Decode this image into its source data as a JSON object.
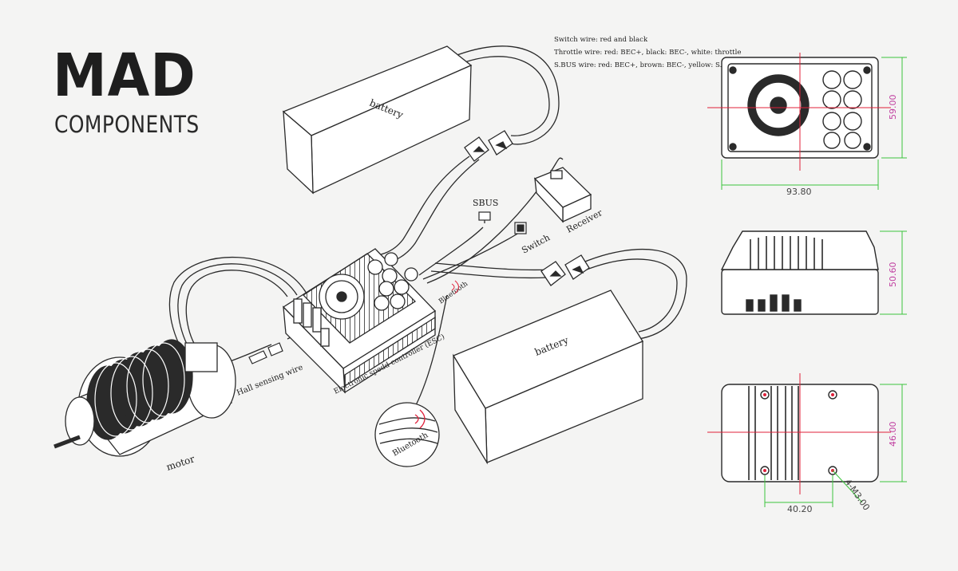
{
  "brand": {
    "title": "MAD",
    "subtitle": "COMPONENTS"
  },
  "wire_notes": [
    "Switch wire: red and black",
    "Throttle wire: red: BEC+, black: BEC-, white: throttle",
    "S.BUS wire: red: BEC+, brown: BEC-, yellow: S.BUS"
  ],
  "labels": {
    "battery_top": "battery",
    "battery_bottom": "battery",
    "sbus": "SBUS",
    "receiver": "Receiver",
    "switch": "Switch",
    "bluetooth_esc": "Bluetooth",
    "bluetooth_zoom": "Bluetooth",
    "esc": "Electronic spedd controller (ESC)",
    "hall": "Hall sensing wire",
    "motor": "motor"
  },
  "dimensions": {
    "top_width": "93.80",
    "top_height": "59.00",
    "side_height": "50.60",
    "bottom_height": "46.00",
    "bottom_hole_spacing": "40.20",
    "bottom_holes": "4-M3.00"
  },
  "colors": {
    "line": "#2a2a2a",
    "centerline": "#e0203a",
    "dimension_green": "#3cc43c",
    "dimension_text": "#c03fa0",
    "background": "#f4f4f3"
  }
}
